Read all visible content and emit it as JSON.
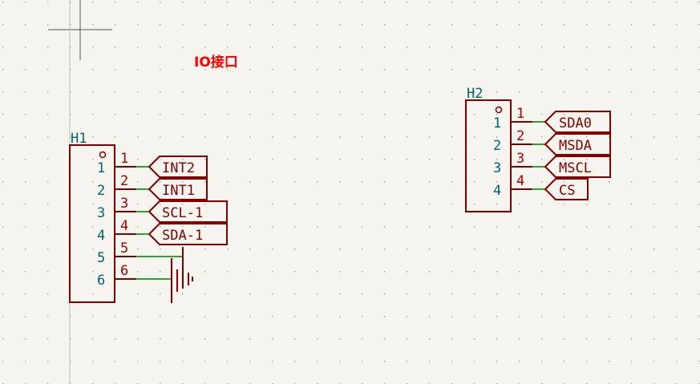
{
  "title_text": "IO接口",
  "colors": {
    "background": "#f5f4ef",
    "grid": "#a9a9a9",
    "body": "#840000",
    "pin_number": "#a90000",
    "pin_name": "#00646a",
    "wire": "#33a033",
    "ref": "#00646a",
    "title": "#ff0000",
    "crosshair": "#555555"
  },
  "components": {
    "h1": {
      "ref": "H1",
      "pins": [
        {
          "num": "1",
          "name": "1",
          "label": "INT2"
        },
        {
          "num": "2",
          "name": "2",
          "label": "INT1"
        },
        {
          "num": "3",
          "name": "3",
          "label": "SCL-1"
        },
        {
          "num": "4",
          "name": "4",
          "label": "SDA-1"
        },
        {
          "num": "5",
          "name": "5",
          "label": ""
        },
        {
          "num": "6",
          "name": "6",
          "label": ""
        }
      ]
    },
    "h2": {
      "ref": "H2",
      "pins": [
        {
          "num": "1",
          "name": "1",
          "label": "SDA0"
        },
        {
          "num": "2",
          "name": "2",
          "label": "MSDA"
        },
        {
          "num": "3",
          "name": "3",
          "label": "MSCL"
        },
        {
          "num": "4",
          "name": "4",
          "label": "CS"
        }
      ]
    }
  },
  "icons": [
    "crosshair-cursor-icon",
    "battery-symbol-icon",
    "pin1-marker-icon"
  ]
}
